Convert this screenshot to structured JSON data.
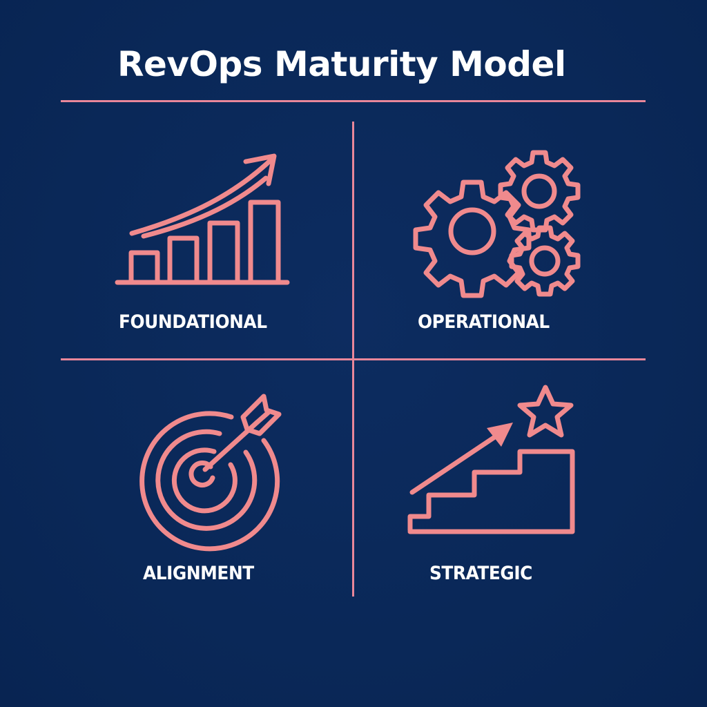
{
  "title": "RevOps Maturity Model",
  "colors": {
    "background": "#0a2858",
    "accent": "#f08a8d",
    "divider": "#e9879a",
    "text": "#ffffff"
  },
  "quadrants": [
    {
      "label": "FOUNDATIONAL",
      "icon": "bar-chart-growth-icon"
    },
    {
      "label": "OPERATIONAL",
      "icon": "gears-icon"
    },
    {
      "label": "ALIGNMENT",
      "icon": "target-arrow-icon"
    },
    {
      "label": "STRATEGIC",
      "icon": "stairs-star-icon"
    }
  ]
}
